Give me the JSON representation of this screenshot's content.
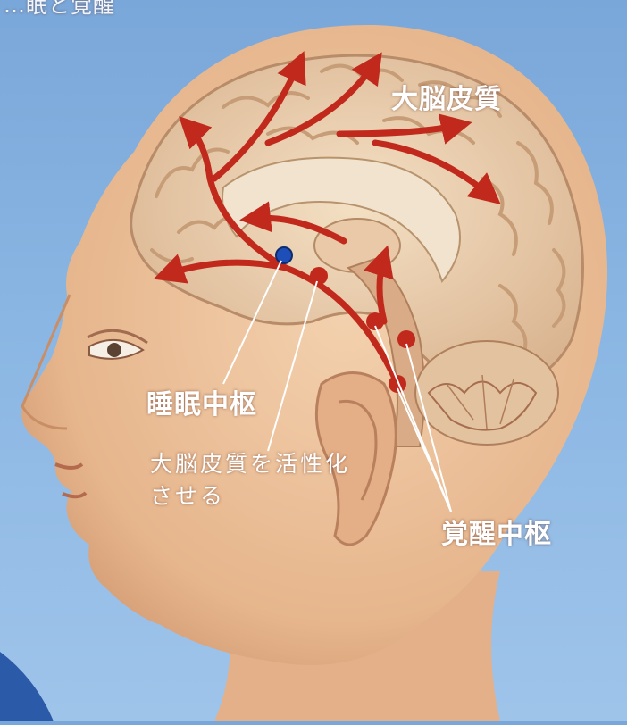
{
  "labels": {
    "top_cut_text": "…眠と覚醒",
    "cerebral_cortex": "大脳皮質",
    "sleep_center": "睡眠中枢",
    "activate_cortex": "大脳皮質を活性化\nさせる",
    "wake_center": "覚醒中枢"
  },
  "colors": {
    "background": "#8ab6e3",
    "skin": "#ecc5a0",
    "brain": "#efd6b6",
    "pathway": "#c0291b",
    "sleep_node": "#1e4fb8",
    "label_text": "#ffffff"
  }
}
